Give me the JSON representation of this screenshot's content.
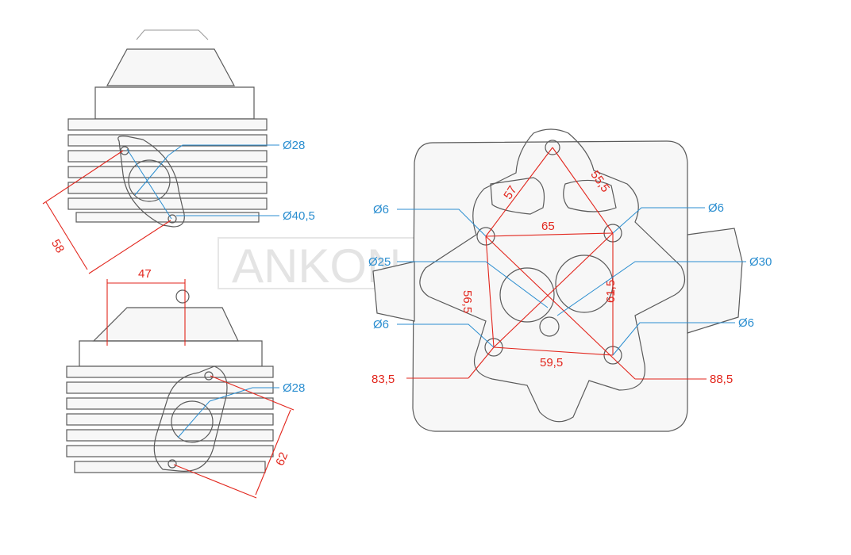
{
  "watermark": {
    "text": "ANKON TECH"
  },
  "colors": {
    "dimension_red": "#e2261d",
    "callout_blue": "#2b8ed0",
    "sketch": "#5a5a5a"
  },
  "top_left_view": {
    "diameter_top": "Ø28",
    "diameter_bottom": "Ø40,5",
    "length": "58"
  },
  "bottom_left_view": {
    "width": "47",
    "diameter": "Ø28",
    "length": "62"
  },
  "right_view": {
    "hole_top_left": "Ø6",
    "hole_top_right": "Ø6",
    "hole_bottom_left": "Ø6",
    "hole_bottom_right": "Ø6",
    "valve_left": "Ø25",
    "valve_right": "Ø30",
    "dim_57": "57",
    "dim_55_5": "55,5",
    "dim_65": "65",
    "dim_56_5": "56,5",
    "dim_61_5": "61,5",
    "dim_59_5": "59,5",
    "dim_83_5": "83,5",
    "dim_88_5": "88,5"
  }
}
